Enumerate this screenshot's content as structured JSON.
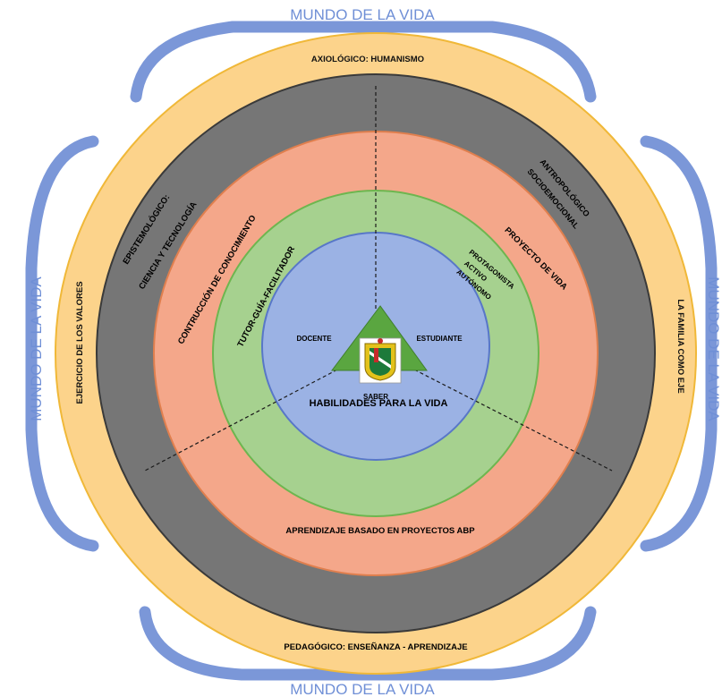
{
  "world_label_top": "MUNDO DE LA VIDA",
  "world_label_bottom": "MUNDO DE LA VIDA",
  "world_label_left": "MUNDO DE LA VIDA",
  "world_label_right": "MUNDO DE LA VIDA",
  "outer_ring": {
    "top": "AXIOLÓGICO: HUMANISMO",
    "left": "EJERCICIO DE LOS VALORES",
    "right": "LA FAMILIA COMO EJE"
  },
  "dark_ring": {
    "left_line1": "EPISTEMOLÓGICO:",
    "left_line2": "CIENCIA Y TECNOLOGÍA",
    "right_line1": "ANTROPOLÓGICO",
    "right_line2": "SOCIOEMOCIONAL",
    "bottom": "PEDAGÓGICO: ENSEÑANZA - APRENDIZAJE"
  },
  "salmon_ring": {
    "left": "CONTRUCCIÓN DE CONOCIMIENTO",
    "right": "PROYECTO DE VIDA",
    "bottom": "APRENDIZAJE BASADO EN PROYECTOS ABP"
  },
  "green_ring": {
    "left": "TUTOR-GUÍA-FACILITADOR",
    "right_line1": "PROTAGONISTA",
    "right_line2": "ACTIVO",
    "right_line3": "AUTÓNOMO",
    "bottom": "HABILIDADES PARA LA VIDA"
  },
  "center": {
    "left": "DOCENTE",
    "right": "ESTUDIANTE",
    "bottom": "SABER"
  },
  "colors": {
    "outer": "#fcd38b",
    "dark": "#767676",
    "salmon": "#f4a78a",
    "green": "#a6d18f",
    "blue": "#9bb2e4",
    "triangle": "#5aa640",
    "bracket": "#7b97d8"
  }
}
